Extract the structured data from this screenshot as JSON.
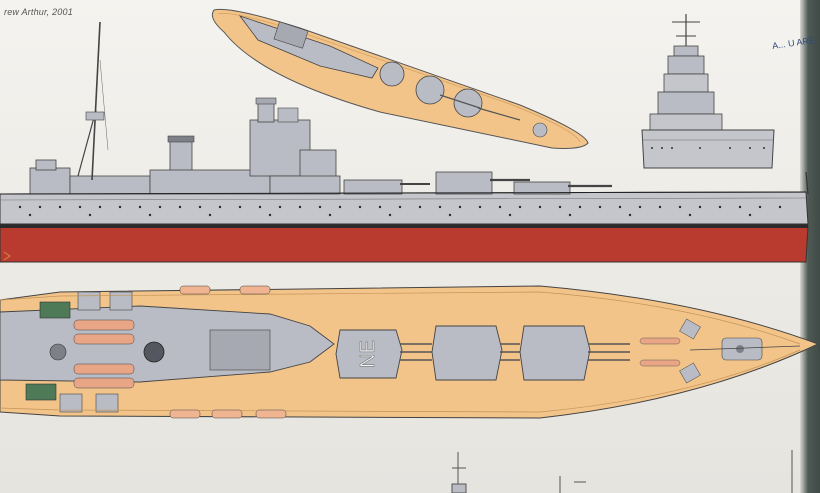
{
  "scene": {
    "subject": "battleship-plan-drawings",
    "credit_text": "rew Arthur, 2001",
    "corner_text": "A... U ARE",
    "hull_number": "NE"
  },
  "colors": {
    "deck": "#f2c48a",
    "superstructure": "#b9bcc4",
    "hull": "#c4c6cc",
    "antifouling": "#b93a2e",
    "ink": "#333333"
  }
}
